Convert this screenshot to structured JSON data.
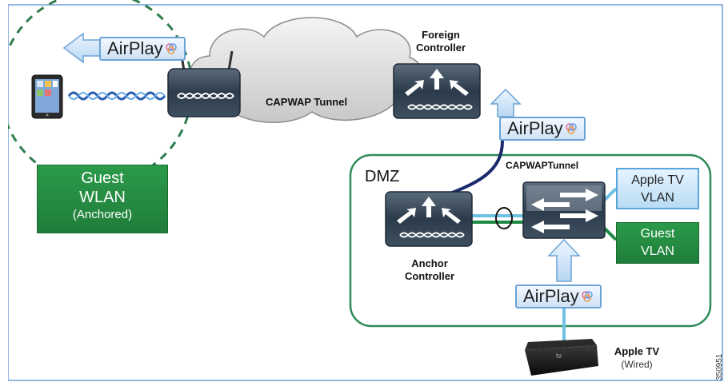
{
  "airplay": {
    "label": "AirPlay"
  },
  "cloud": {
    "label": "CAPWAP Tunnel"
  },
  "foreign_controller": {
    "line1": "Foreign",
    "line2": "Controller"
  },
  "guest_wlan": {
    "line1": "Guest",
    "line2": "WLAN",
    "line3": "(Anchored)"
  },
  "dmz": {
    "label": "DMZ"
  },
  "capwap_tunnel_label": "CAPWAPTunnel",
  "anchor_controller": {
    "line1": "Anchor",
    "line2": "Controller"
  },
  "apple_tv_vlan": {
    "line1": "Apple TV",
    "line2": "VLAN"
  },
  "guest_vlan": {
    "line1": "Guest",
    "line2": "VLAN"
  },
  "apple_tv_device": {
    "line1": "Apple TV",
    "line2": "(Wired)"
  },
  "figure_id": "350951",
  "colors": {
    "frame_border": "#6f9fd8",
    "green": "#1f7d3a",
    "dark_blue_line": "#1a2a6c",
    "light_blue_line": "#6ec1e4",
    "green_line": "#1f8a44",
    "dashed_green": "#2e7d4f",
    "device_dark": "#2a3a4a"
  },
  "icons": {
    "tablet": "ipad-icon",
    "access_point": "access-point-icon",
    "controller": "wireless-controller-icon",
    "switch": "switch-icon",
    "apple_tv": "apple-tv-icon",
    "airplay_logo": "airplay-logo-icon"
  }
}
